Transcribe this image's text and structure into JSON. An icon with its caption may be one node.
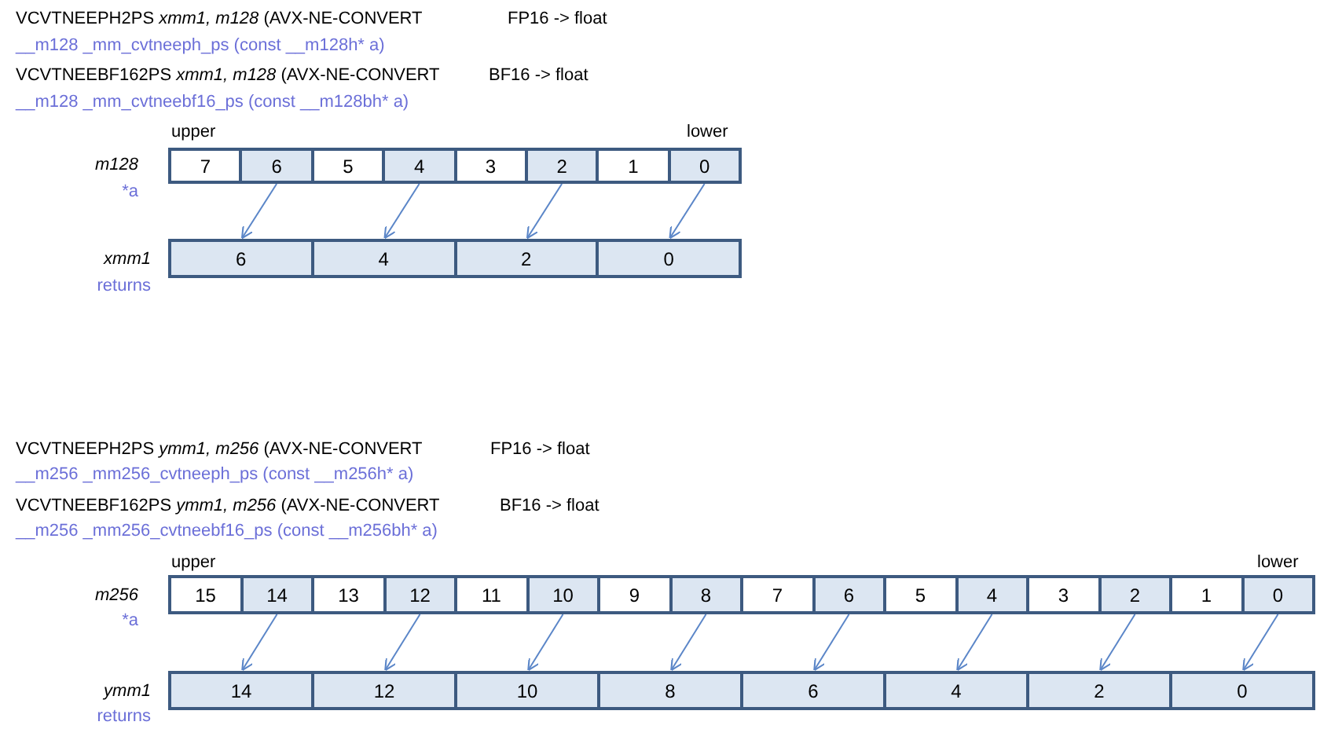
{
  "diagram": {
    "nodes": [
      {
        "text": [
          "7"
        ]
      },
      {
        "text": [
          "6"
        ]
      },
      {
        "text": [
          "5"
        ]
      },
      {
        "text": [
          "4"
        ]
      },
      {
        "text": [
          "3"
        ]
      },
      {
        "text": [
          "2"
        ]
      },
      {
        "text": [
          "1"
        ]
      },
      {
        "text": [
          "0"
        ]
      },
      {
        "text": [
          "6"
        ]
      },
      {
        "text": [
          "4"
        ]
      },
      {
        "text": [
          "2"
        ]
      },
      {
        "text": [
          "0"
        ]
      },
      {
        "text": [
          "15"
        ]
      },
      {
        "text": [
          "14"
        ]
      },
      {
        "text": [
          "13"
        ]
      },
      {
        "text": [
          "12"
        ]
      },
      {
        "text": [
          "11"
        ]
      },
      {
        "text": [
          "10"
        ]
      },
      {
        "text": [
          "9"
        ]
      },
      {
        "text": [
          "8"
        ]
      },
      {
        "text": [
          "7"
        ]
      },
      {
        "text": [
          "6"
        ]
      },
      {
        "text": [
          "5"
        ]
      },
      {
        "text": [
          "4"
        ]
      },
      {
        "text": [
          "3"
        ]
      },
      {
        "text": [
          "2"
        ]
      },
      {
        "text": [
          "1"
        ]
      },
      {
        "text": [
          "0"
        ]
      },
      {
        "text": [
          "14"
        ]
      },
      {
        "text": [
          "12"
        ]
      },
      {
        "text": [
          "10"
        ]
      },
      {
        "text": [
          "8"
        ]
      },
      {
        "text": [
          "6"
        ]
      },
      {
        "text": [
          "4"
        ]
      },
      {
        "text": [
          "2"
        ]
      },
      {
        "text": [
          "0"
        ]
      }
    ],
    "edges": [
      {
        "from": 1,
        "to": 8,
        "arrow": "to"
      },
      {
        "from": 3,
        "to": 9,
        "arrow": "to"
      },
      {
        "from": 5,
        "to": 10,
        "arrow": "to"
      },
      {
        "from": 7,
        "to": 11,
        "arrow": "to"
      },
      {
        "from": 13,
        "to": 28,
        "arrow": "to"
      },
      {
        "from": 15,
        "to": 29,
        "arrow": "to"
      },
      {
        "from": 17,
        "to": 30,
        "arrow": "to"
      },
      {
        "from": 19,
        "to": 31,
        "arrow": "to"
      },
      {
        "from": 21,
        "to": 32,
        "arrow": "to"
      },
      {
        "from": 23,
        "to": 33,
        "arrow": "to"
      },
      {
        "from": 25,
        "to": 34,
        "arrow": "to"
      },
      {
        "from": 27,
        "to": 35,
        "arrow": "to"
      }
    ],
    "labels": [
      "VCVTNEEPH2PS *xmm1, m128* (AVX-NE-CONVERT",
      "FP16 -> float",
      "__m128 _mm_cvtneeph_ps (const __m128h* a)",
      "VCVTNEEBF162PS *xmm1, m128* (AVX-NE-CONVERT",
      "BF16 -> float",
      "__m128 _mm_cvtneebf16_ps (const __m128bh* a)",
      "upper",
      "lower",
      "m128",
      "*a",
      "xmm1",
      "returns",
      "VCVTNEEPH2PS *ymm1, m256* (AVX-NE-CONVERT",
      "FP16 -> float",
      "__m256 _mm256_cvtneeph_ps (const __m256h* a)",
      "VCVTNEEBF162PS *ymm1, m256* (AVX-NE-CONVERT",
      "BF16 -> float",
      "__m256 _mm256_cvtneebf16_ps (const __m256bh* a)",
      "upper",
      "lower",
      "m256",
      "*a",
      "ymm1",
      "returns"
    ]
  }
}
